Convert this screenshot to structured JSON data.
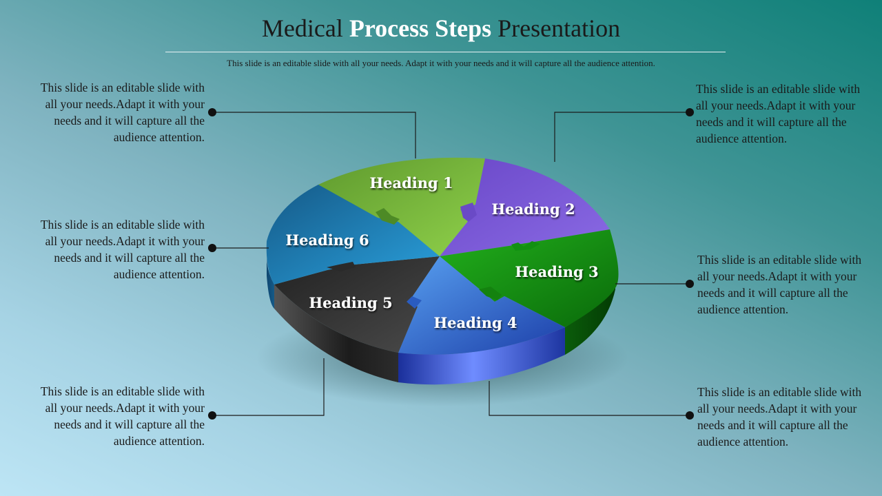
{
  "title": {
    "part1": "Medical ",
    "part2": "Process Steps",
    "part3": " Presentation"
  },
  "subtitle": "This slide is an editable slide with all your needs. Adapt it with your needs and it will capture all the audience attention.",
  "colors": {
    "heading_1": "#7cbf3c",
    "heading_2": "#7a5ad8",
    "heading_3": "#139a10",
    "heading_4": "#3e78d6",
    "heading_5": "#333333",
    "heading_6": "#1e86c4",
    "title_highlight": "#ffffff"
  },
  "headings": [
    "Heading 1",
    "Heading 2",
    "Heading 3",
    "Heading 4",
    "Heading 5",
    "Heading 6"
  ],
  "descriptions": {
    "top_left": [
      "This slide is an editable slide with",
      "all your needs.Adapt it with your",
      "needs and it will capture all the",
      "audience attention."
    ],
    "middle_left": [
      "This slide is an editable slide with",
      "all your needs.Adapt it with your",
      "needs and it will capture all the",
      "audience attention."
    ],
    "bottom_left": [
      "This slide is an editable slide with",
      "all your needs.Adapt it with your",
      "needs and it will capture all the",
      "audience attention."
    ],
    "top_right": [
      "This slide is an editable slide with",
      "all your needs.Adapt it with your",
      "needs and it will capture all the",
      "audience attention."
    ],
    "middle_right": [
      "This slide is an editable slide with",
      "all your needs.Adapt it with your",
      "needs and it will capture all the",
      "audience attention."
    ],
    "bottom_right": [
      "This slide is an editable slide with",
      "all your needs.Adapt it with your",
      "needs and it will capture all the",
      "audience attention."
    ]
  }
}
